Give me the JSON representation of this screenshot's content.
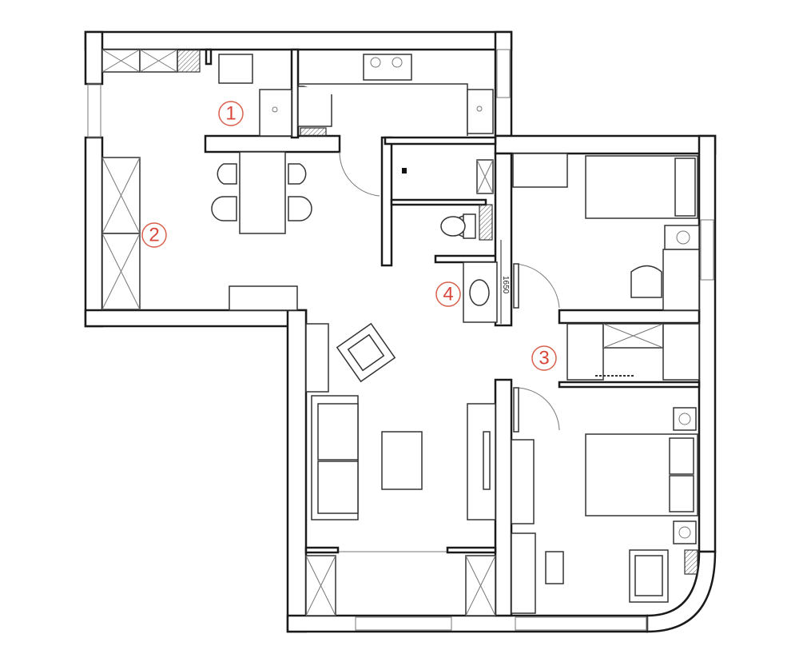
{
  "plan": {
    "markers": [
      {
        "label": "1"
      },
      {
        "label": "2"
      },
      {
        "label": "3"
      },
      {
        "label": "4"
      }
    ],
    "dimension_label": "1650"
  },
  "colors": {
    "wall": "#1a1a1a",
    "marker": "#d9473a",
    "background": "#ffffff"
  }
}
